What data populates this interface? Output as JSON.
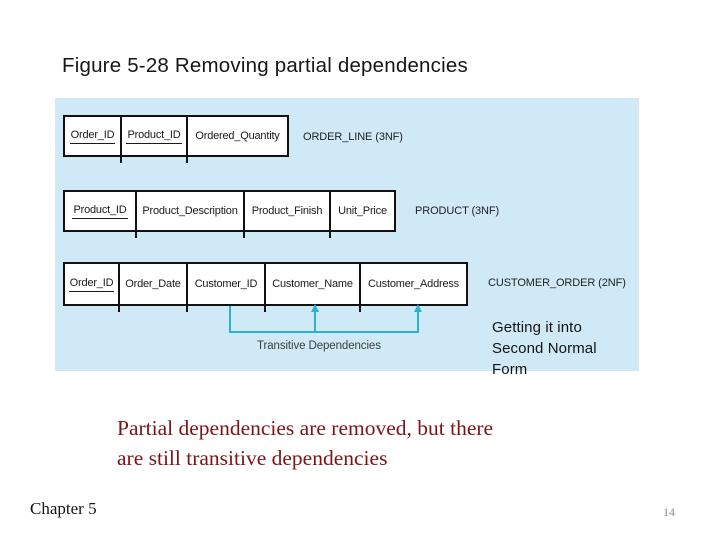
{
  "slide": {
    "title": "Figure 5-28 Removing partial dependencies",
    "footer_left": "Chapter 5",
    "page_number": "14"
  },
  "figure": {
    "tables": [
      {
        "name": "ORDER_LINE (3NF)",
        "fields": [
          {
            "label": "Order_ID",
            "primary_key": true
          },
          {
            "label": "Product_ID",
            "primary_key": true
          },
          {
            "label": "Ordered_Quantity",
            "primary_key": false
          }
        ]
      },
      {
        "name": "PRODUCT (3NF)",
        "fields": [
          {
            "label": "Product_ID",
            "primary_key": true
          },
          {
            "label": "Product_Description",
            "primary_key": false
          },
          {
            "label": "Product_Finish",
            "primary_key": false
          },
          {
            "label": "Unit_Price",
            "primary_key": false
          }
        ]
      },
      {
        "name": "CUSTOMER_ORDER (2NF)",
        "fields": [
          {
            "label": "Order_ID",
            "primary_key": true
          },
          {
            "label": "Order_Date",
            "primary_key": false
          },
          {
            "label": "Customer_ID",
            "primary_key": false
          },
          {
            "label": "Customer_Name",
            "primary_key": false
          },
          {
            "label": "Customer_Address",
            "primary_key": false
          }
        ]
      }
    ],
    "annotation": "Transitive Dependencies",
    "note_lines": [
      "Getting it into",
      "Second Normal",
      "Form"
    ]
  },
  "caption_lines": [
    "Partial dependencies are removed, but there",
    "are still transitive dependencies"
  ],
  "colors": {
    "panel_background": "#cfe9f7",
    "arrow_teal": "#29b3d6",
    "caption_maroon": "#7c1416",
    "page_number_gray": "#8d8d8d"
  }
}
